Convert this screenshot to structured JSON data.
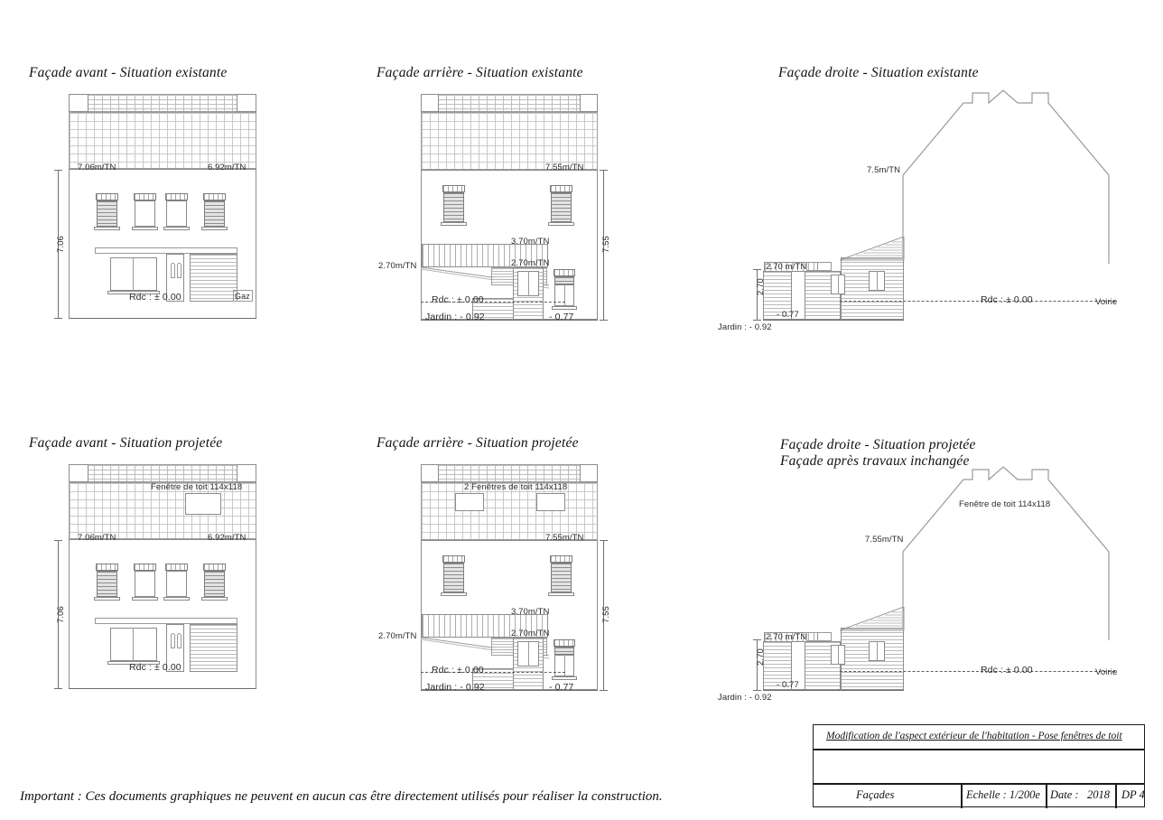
{
  "sheet": {
    "footer_note": "Important : Ces documents graphiques ne peuvent en aucun cas être directement utilisés pour réaliser la construction."
  },
  "views": {
    "front_existing": {
      "title": "Façade avant - Situation existante",
      "labels": {
        "ridge_left": "7.06m/TN",
        "ridge_right": "6.92m/TN",
        "ground": "Rdc : ± 0.00",
        "gas": "Gaz",
        "height_dim": "7.06"
      }
    },
    "rear_existing": {
      "title": "Façade arrière - Situation existante",
      "labels": {
        "ridge": "7.55m/TN",
        "veranda_high": "3.70m/TN",
        "veranda_low": "2.70m/TN",
        "ext_left": "2.70m/TN",
        "ground": "Rdc : ± 0.00",
        "garden": "Jardin : - 0.92",
        "terrace": "- 0.77",
        "height_dim": "7.55"
      }
    },
    "right_existing": {
      "title": "Façade droite - Situation existante",
      "labels": {
        "ridge": "7.5m/TN",
        "ext_top": "2.70 m/TN",
        "ext_dim": "2.70",
        "terrace": "- 0.77",
        "garden": "Jardin : - 0.92",
        "ground": "Rdc : ± 0.00",
        "road": "Voirie"
      }
    },
    "front_projected": {
      "title": "Façade avant - Situation projetée",
      "labels": {
        "rooflight": "Fenêtre de toit 114x118",
        "ridge_left": "7.06m/TN",
        "ridge_right": "6.92m/TN",
        "ground": "Rdc : ± 0.00",
        "height_dim": "7.06"
      }
    },
    "rear_projected": {
      "title": "Façade arrière - Situation projetée",
      "labels": {
        "rooflights": "2 Fenêtres de toit 114x118",
        "ridge": "7.55m/TN",
        "veranda_high": "3.70m/TN",
        "veranda_low": "2.70m/TN",
        "ext_left": "2.70m/TN",
        "ground": "Rdc : ± 0.00",
        "garden": "Jardin : - 0.92",
        "terrace": "- 0.77",
        "height_dim": "7.55"
      }
    },
    "right_projected": {
      "title_line1": "Façade droite - Situation projetée",
      "title_line2": "Façade après travaux inchangée",
      "labels": {
        "rooflight": "Fenêtre de toit 114x118",
        "ridge": "7.55m/TN",
        "ext_top": "2.70 m/TN",
        "ext_dim": "2.70",
        "terrace": "- 0.77",
        "garden": "Jardin : - 0.92",
        "ground": "Rdc : ± 0.00",
        "road": "Voirie"
      }
    }
  },
  "title_block": {
    "project": "Modification de l'aspect extérieur de l'habitation - Pose fenêtres de toit",
    "blank_row": "",
    "subject": "Façades",
    "scale": "Echelle : 1/200e",
    "date_label": "Date :",
    "date_value": "2018",
    "sheet_ref": "DP 4"
  }
}
